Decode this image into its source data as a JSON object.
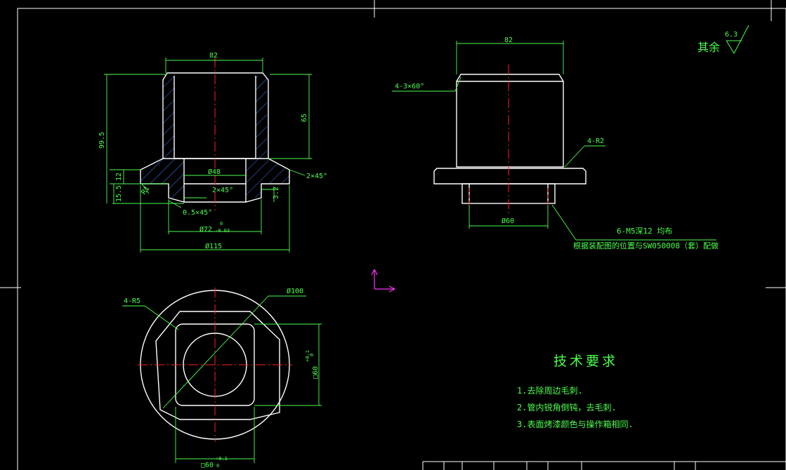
{
  "colors": {
    "background": "#000000",
    "outline": "#ffffff",
    "dimension": "#33ff33",
    "centerline": "#ff2020",
    "hatch": "#3f7fff",
    "ucs": "#ff33ff"
  },
  "labels": {
    "roughness_prefix": "其余",
    "roughness_value": "6.3",
    "left_top_width": "82",
    "left_height_total": "99.5",
    "left_height_upper": "65",
    "left_height_15_5": "15.5",
    "left_height_12": "12",
    "left_radius": "R1",
    "left_bore_dia": "Ø48",
    "left_chamfer_outer": "2×45°",
    "left_chamfer_inner": "2×45°",
    "left_height_3_2": "3.2",
    "left_chamfer_small": "0.5×45°",
    "left_dia_72": "Ø72",
    "left_dia_72_tol_upper": "0",
    "left_dia_72_tol_lower": "-0.03",
    "left_dia_115": "Ø115",
    "right_top_width": "82",
    "right_chamfer": "4-3×60°",
    "right_radius": "4-R2",
    "right_dia_60": "Ø60",
    "right_thread_note": "6-M5深12 均布",
    "right_assembly_note": "根据装配图的位置与SW050008（套）配做",
    "bottom_radius": "4-R5",
    "bottom_dia_100": "Ø100",
    "bottom_square_v": "□60",
    "bottom_square_v_tol_upper": "+0.1",
    "bottom_square_v_tol_lower": "0",
    "bottom_square_h": "□60",
    "bottom_square_h_tol_upper": "+0.1",
    "bottom_square_h_tol_lower": "0"
  },
  "requirements": {
    "title": "技术要求",
    "items": [
      "1.去除周边毛刺.",
      "2.管内锐角倒钝，去毛刺.",
      "3.表面烤漆颜色与操作箱相同."
    ]
  }
}
